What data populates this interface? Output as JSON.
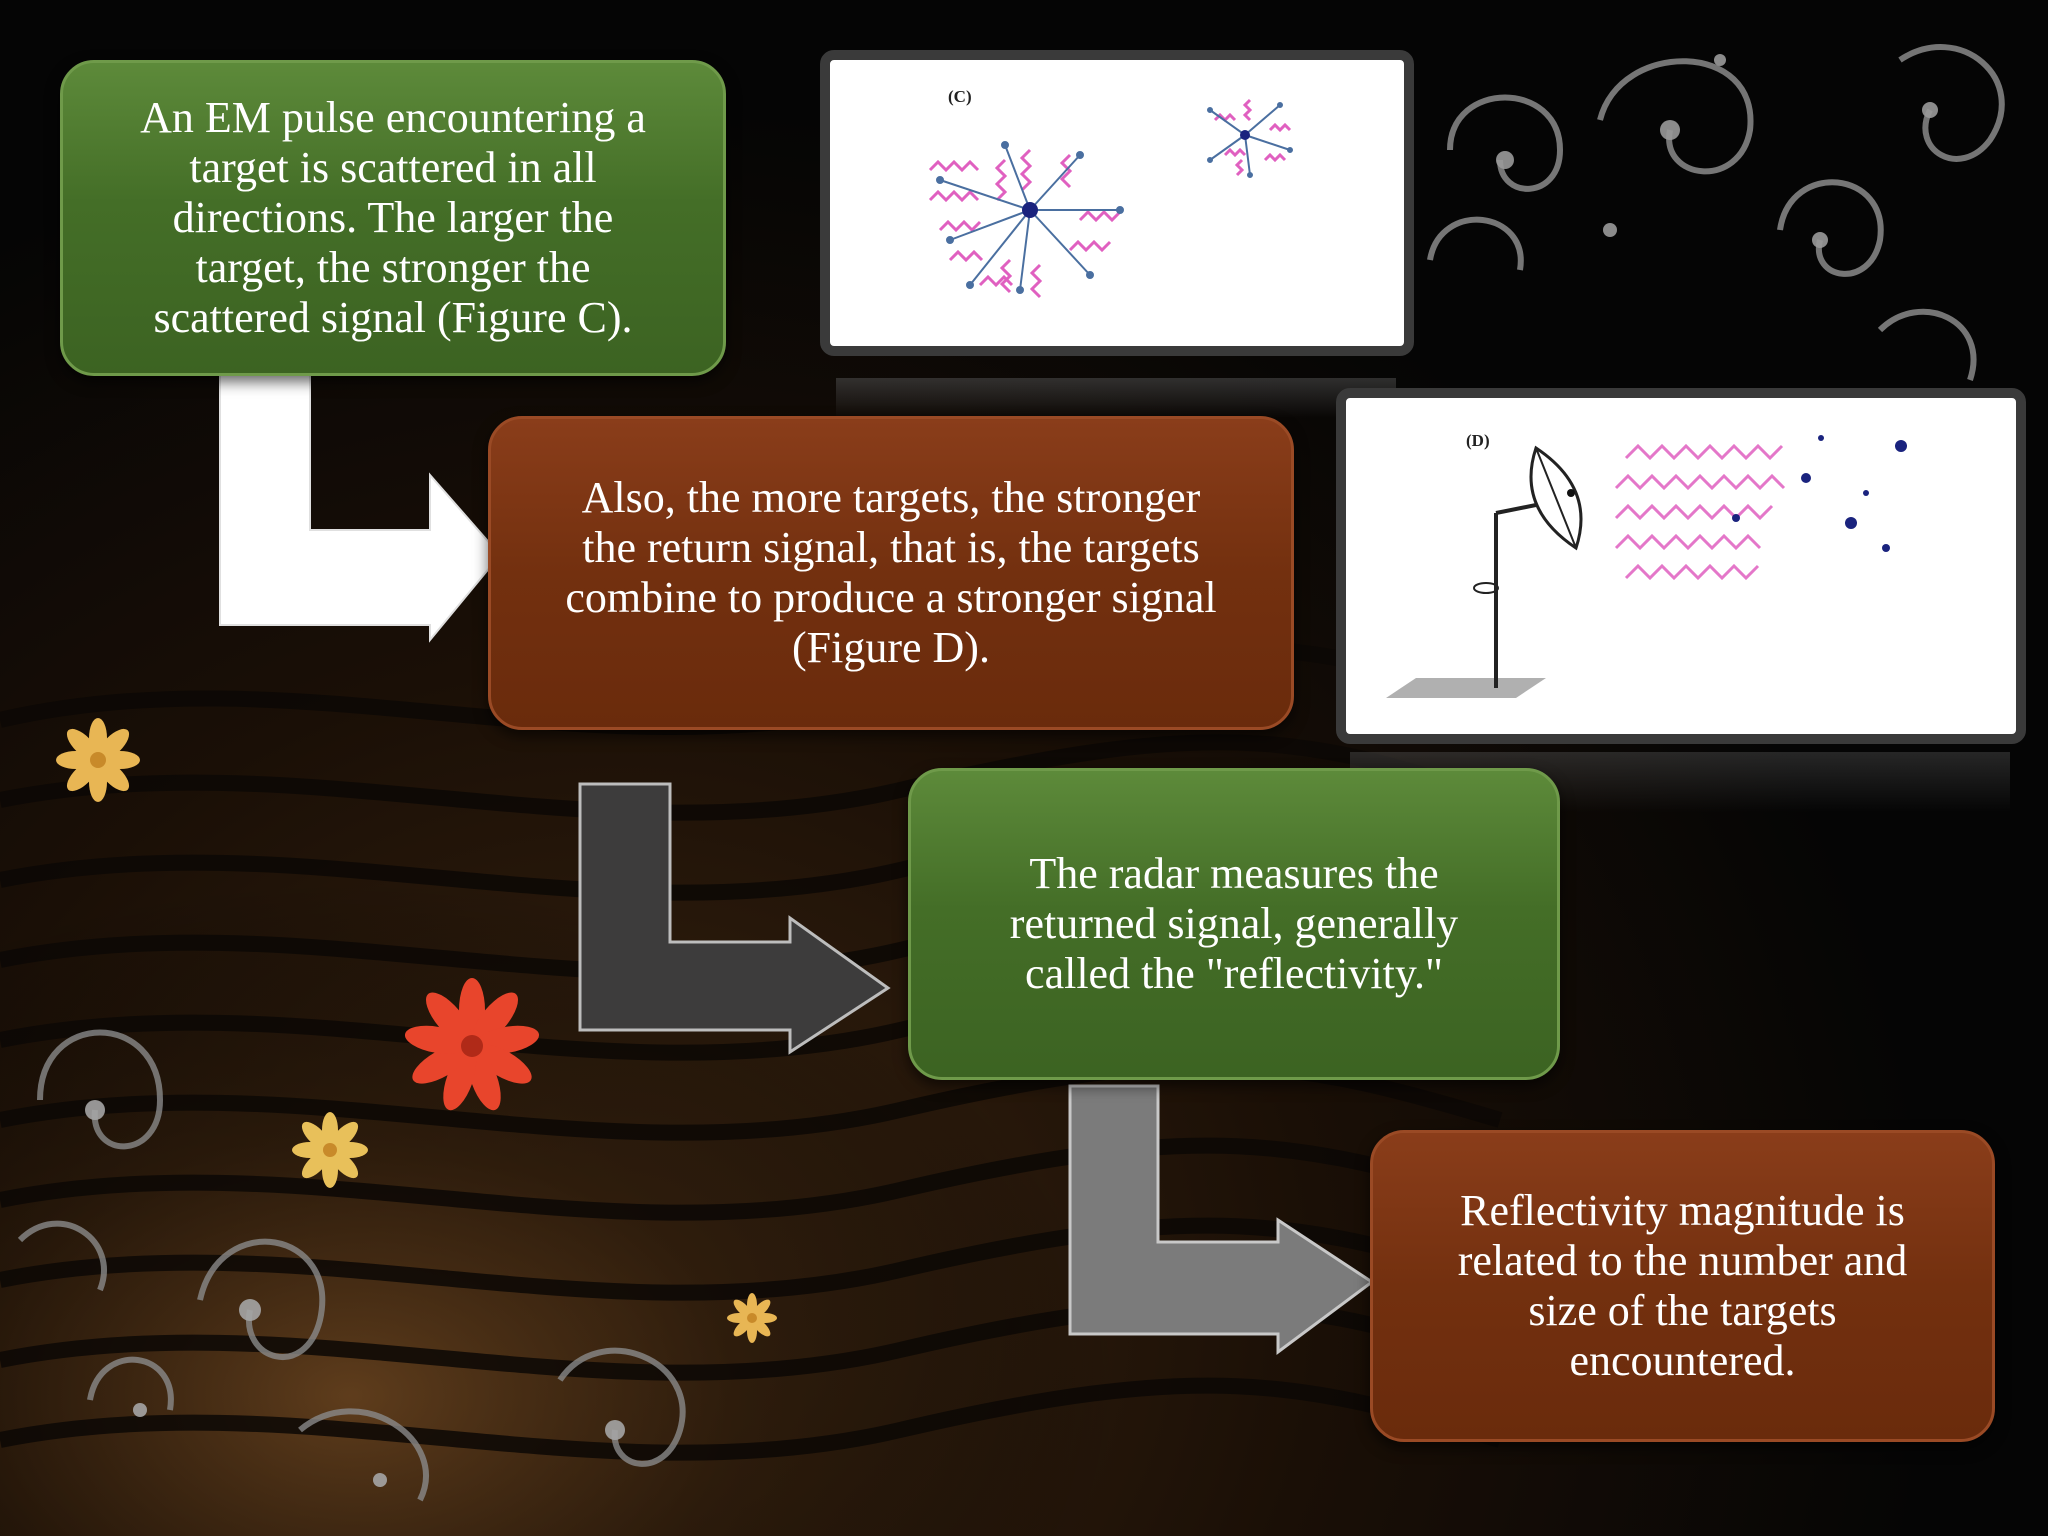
{
  "slide": {
    "boxes": [
      {
        "text": "An EM pulse encountering a\ntarget is scattered in all\ndirections. The larger the\ntarget, the stronger the\nscattered signal (Figure C)."
      },
      {
        "text": "Also, the more targets, the stronger\nthe return signal, that is, the targets\ncombine to produce a stronger signal\n(Figure D)."
      },
      {
        "text": "The radar measures the\nreturned signal, generally\ncalled the \"reflectivity.\""
      },
      {
        "text": "Reflectivity magnitude is\nrelated to the number and\nsize of the targets\nencountered."
      }
    ],
    "figures": [
      {
        "label": "(C)"
      },
      {
        "label": "(D)"
      }
    ]
  },
  "colors": {
    "green_box": "#446e27",
    "rust_box": "#73300f",
    "arrow1": "#ffffff",
    "arrow2": "#3d3c3c",
    "arrow3": "#808080",
    "wave": "#e060c0",
    "target_dot": "#1a237e"
  }
}
